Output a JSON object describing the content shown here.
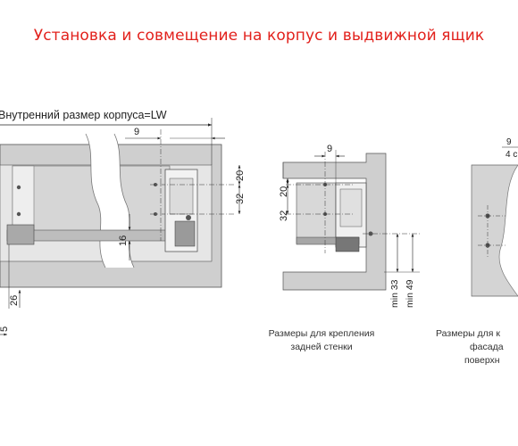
{
  "title": "Установка и совмещение на корпус и выдвижной ящик",
  "left": {
    "lw_label": "Внутренний размер корпуса=LW",
    "dim_9": "9",
    "dim_20": "20",
    "dim_32": "32",
    "dim_16": "16",
    "dim_26": "26",
    "dim_5": "5"
  },
  "middle": {
    "dim_9": "9",
    "dim_20": "20",
    "dim_32": "32",
    "dim_min33": "min 33",
    "dim_min49": "min 49",
    "caption_line1": "Размеры для крепления",
    "caption_line2": "задней стенки"
  },
  "right": {
    "frac_top": "9",
    "frac_bottom": "4 c",
    "caption_line1": "Размеры для к",
    "caption_line2": "фасада",
    "caption_line3": "поверхн"
  }
}
